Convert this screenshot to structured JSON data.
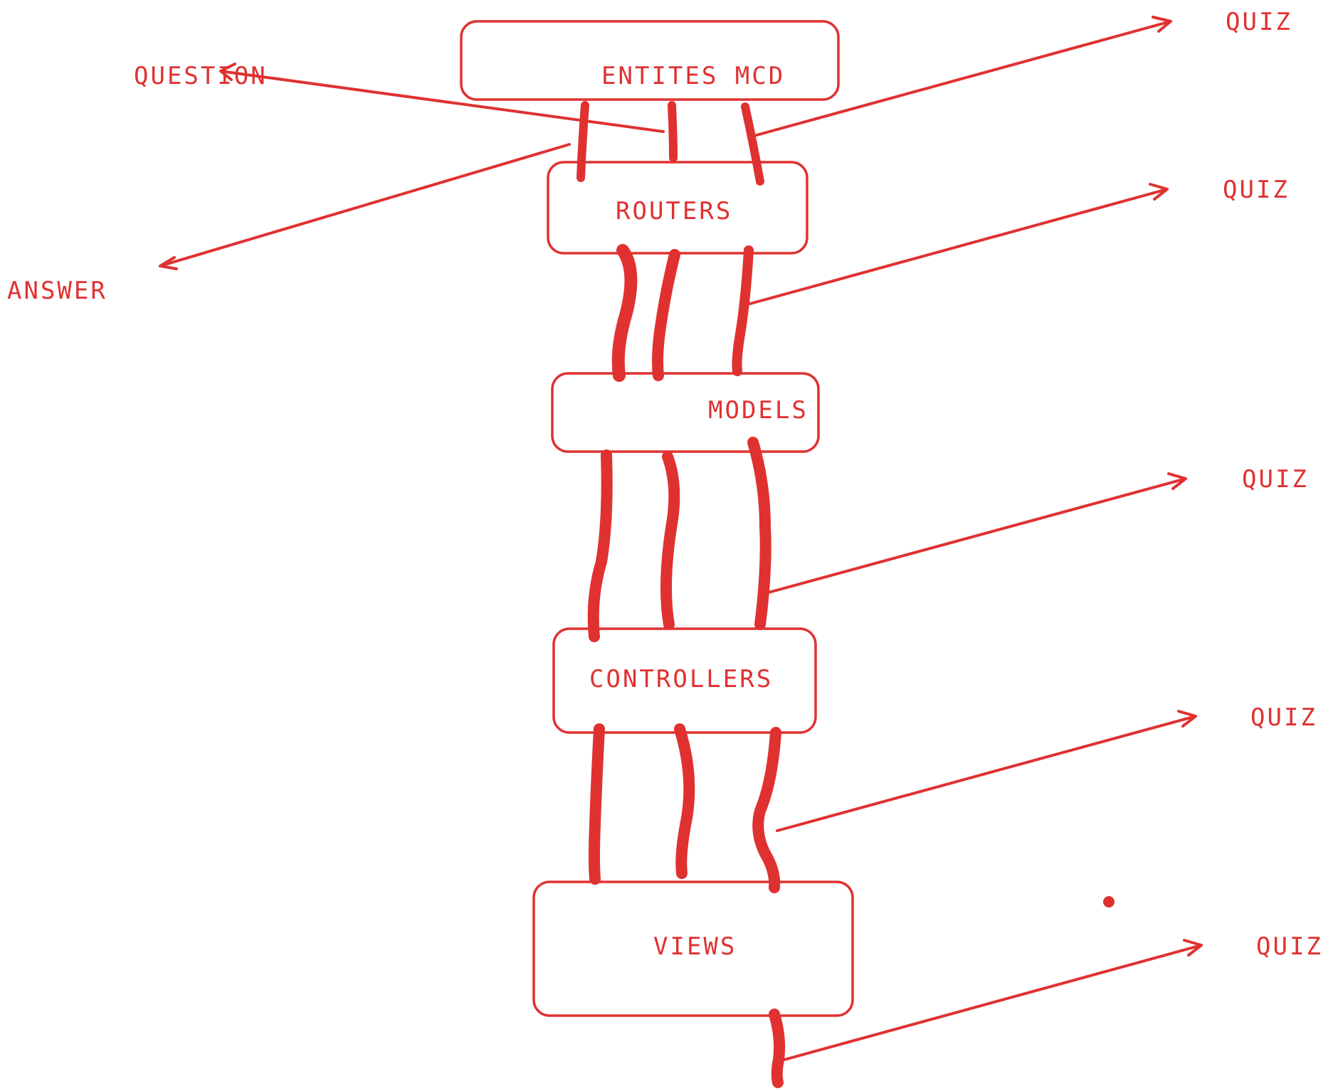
{
  "diagram": {
    "accent_color": "#e03131",
    "nodes": {
      "entites_mcd": "ENTITES MCD",
      "routers": "ROUTERS",
      "models": "MODELS",
      "controllers": "CONTROLLERS",
      "views": "VIEWS"
    },
    "side_labels": {
      "question": "QUESTION",
      "answer": "ANSWER",
      "quiz_1": "QUIZ",
      "quiz_2": "QUIZ",
      "quiz_3": "QUIZ",
      "quiz_4": "QUIZ",
      "quiz_5": "QUIZ"
    }
  }
}
